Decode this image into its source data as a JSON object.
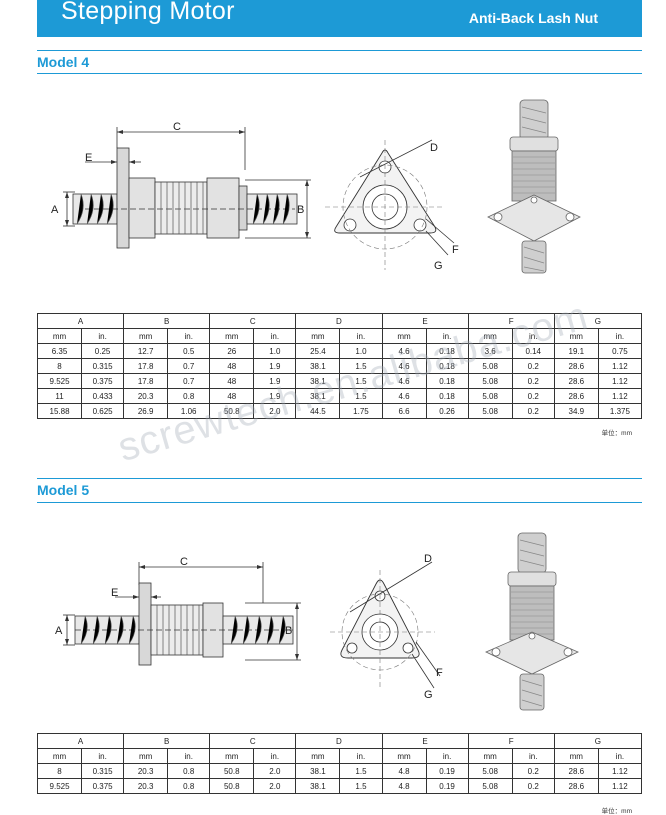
{
  "banner": {
    "title": "Stepping Motor",
    "subtitle": "Anti-Back Lash Nut"
  },
  "models": [
    {
      "title": "Model 4",
      "dims": {
        "A": "A",
        "B": "B",
        "C": "C",
        "D": "D",
        "E": "E",
        "F": "F",
        "G": "G"
      },
      "table": {
        "groups": [
          "A",
          "B",
          "C",
          "D",
          "E",
          "F",
          "G"
        ],
        "subheaders": [
          "mm",
          "in."
        ],
        "rows": [
          [
            "6.35",
            "0.25",
            "12.7",
            "0.5",
            "26",
            "1.0",
            "25.4",
            "1.0",
            "4.6",
            "0.18",
            "3.6",
            "0.14",
            "19.1",
            "0.75"
          ],
          [
            "8",
            "0.315",
            "17.8",
            "0.7",
            "48",
            "1.9",
            "38.1",
            "1.5",
            "4.6",
            "0.18",
            "5.08",
            "0.2",
            "28.6",
            "1.12"
          ],
          [
            "9.525",
            "0.375",
            "17.8",
            "0.7",
            "48",
            "1.9",
            "38.1",
            "1.5",
            "4.6",
            "0.18",
            "5.08",
            "0.2",
            "28.6",
            "1.12"
          ],
          [
            "11",
            "0.433",
            "20.3",
            "0.8",
            "48",
            "1.9",
            "38.1",
            "1.5",
            "4.6",
            "0.18",
            "5.08",
            "0.2",
            "28.6",
            "1.12"
          ],
          [
            "15.88",
            "0.625",
            "26.9",
            "1.06",
            "50.8",
            "2.0",
            "44.5",
            "1.75",
            "6.6",
            "0.26",
            "5.08",
            "0.2",
            "34.9",
            "1.375"
          ]
        ],
        "unit": "单位：mm"
      }
    },
    {
      "title": "Model 5",
      "dims": {
        "A": "A",
        "B": "B",
        "C": "C",
        "D": "D",
        "E": "E",
        "F": "F",
        "G": "G"
      },
      "table": {
        "groups": [
          "A",
          "B",
          "C",
          "D",
          "E",
          "F",
          "G"
        ],
        "subheaders": [
          "mm",
          "in."
        ],
        "rows": [
          [
            "8",
            "0.315",
            "20.3",
            "0.8",
            "50.8",
            "2.0",
            "38.1",
            "1.5",
            "4.8",
            "0.19",
            "5.08",
            "0.2",
            "28.6",
            "1.12"
          ],
          [
            "9.525",
            "0.375",
            "20.3",
            "0.8",
            "50.8",
            "2.0",
            "38.1",
            "1.5",
            "4.8",
            "0.19",
            "5.08",
            "0.2",
            "28.6",
            "1.12"
          ]
        ],
        "unit": "单位：mm"
      }
    }
  ],
  "watermark": "screwtech.en.alibaba.com"
}
